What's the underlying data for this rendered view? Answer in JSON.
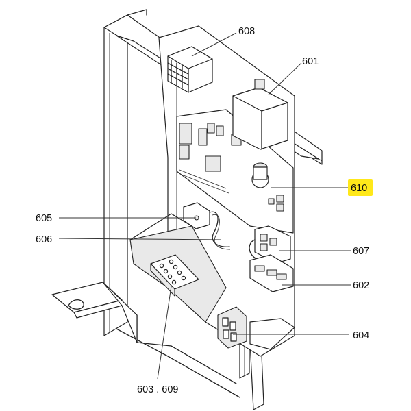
{
  "labels": {
    "l608": "608",
    "l601": "601",
    "l610": "610",
    "l605": "605",
    "l606": "606",
    "l607": "607",
    "l602": "602",
    "l604": "604",
    "l603_609": "603 . 609"
  },
  "colors": {
    "highlight": "#ffe81a",
    "line": "#222222",
    "background": "#ffffff"
  }
}
